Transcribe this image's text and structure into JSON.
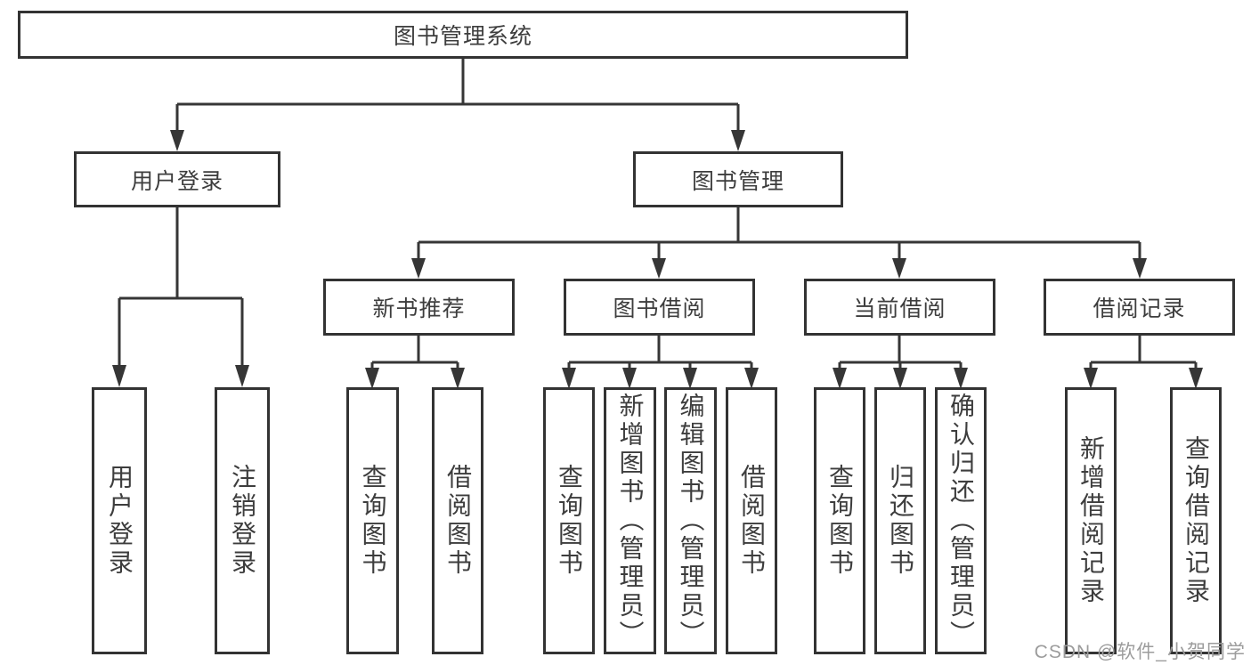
{
  "tree": {
    "root": "图书管理系统",
    "login": {
      "label": "用户登录",
      "children": [
        "用户登录",
        "注销登录"
      ]
    },
    "management": {
      "label": "图书管理",
      "sections": [
        {
          "label": "新书推荐",
          "children": [
            "查询图书",
            "借阅图书"
          ]
        },
        {
          "label": "图书借阅",
          "children": [
            "查询图书",
            "新增图书（管理员）",
            "编辑图书（管理员）",
            "借阅图书"
          ]
        },
        {
          "label": "当前借阅",
          "children": [
            "查询图书",
            "归还图书",
            "确认归还（管理员）"
          ]
        },
        {
          "label": "借阅记录",
          "children": [
            "新增借阅记录",
            "查询借阅记录"
          ]
        }
      ]
    }
  },
  "watermark": "CSDN @软件_小贺同学",
  "colors": {
    "line": "#363636",
    "box_border": "#333333",
    "text": "#3d3d3d",
    "watermark": "#9c9c9c",
    "background": "#ffffff"
  }
}
